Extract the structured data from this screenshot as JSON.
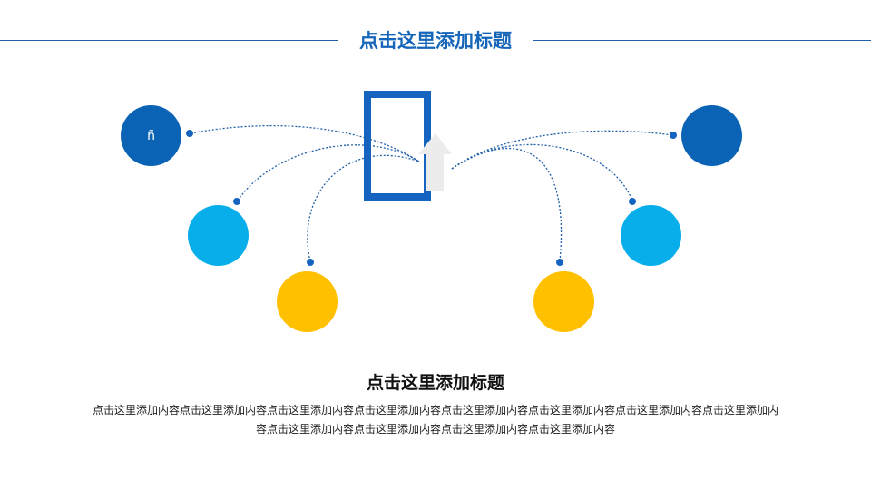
{
  "header": {
    "title": "点击这里添加标题"
  },
  "colors": {
    "dark_blue": "#0b63b5",
    "light_blue": "#07aeea",
    "yellow": "#ffc000",
    "connector": "#1f5fa8",
    "center_shape": "#1565c0",
    "arrow": "#ececec"
  },
  "nodes": [
    {
      "id": "left-top",
      "glyph": "ñ",
      "color": "#0b63b5"
    },
    {
      "id": "left-mid",
      "glyph": "",
      "color": "#07aeea"
    },
    {
      "id": "left-bottom",
      "glyph": "",
      "color": "#ffc000"
    },
    {
      "id": "right-top",
      "glyph": "",
      "color": "#0b63b5"
    },
    {
      "id": "right-mid",
      "glyph": "",
      "color": "#07aeea"
    },
    {
      "id": "right-bottom",
      "glyph": "",
      "color": "#ffc000"
    }
  ],
  "content": {
    "title": "点击这里添加标题",
    "body": "点击这里添加内容点击这里添加内容点击这里添加内容点击这里添加内容点击这里添加内容点击这里添加内容点击这里添加内容点击这里添加内容点击这里添加内容点击这里添加内容点击这里添加内容点击这里添加内容"
  }
}
